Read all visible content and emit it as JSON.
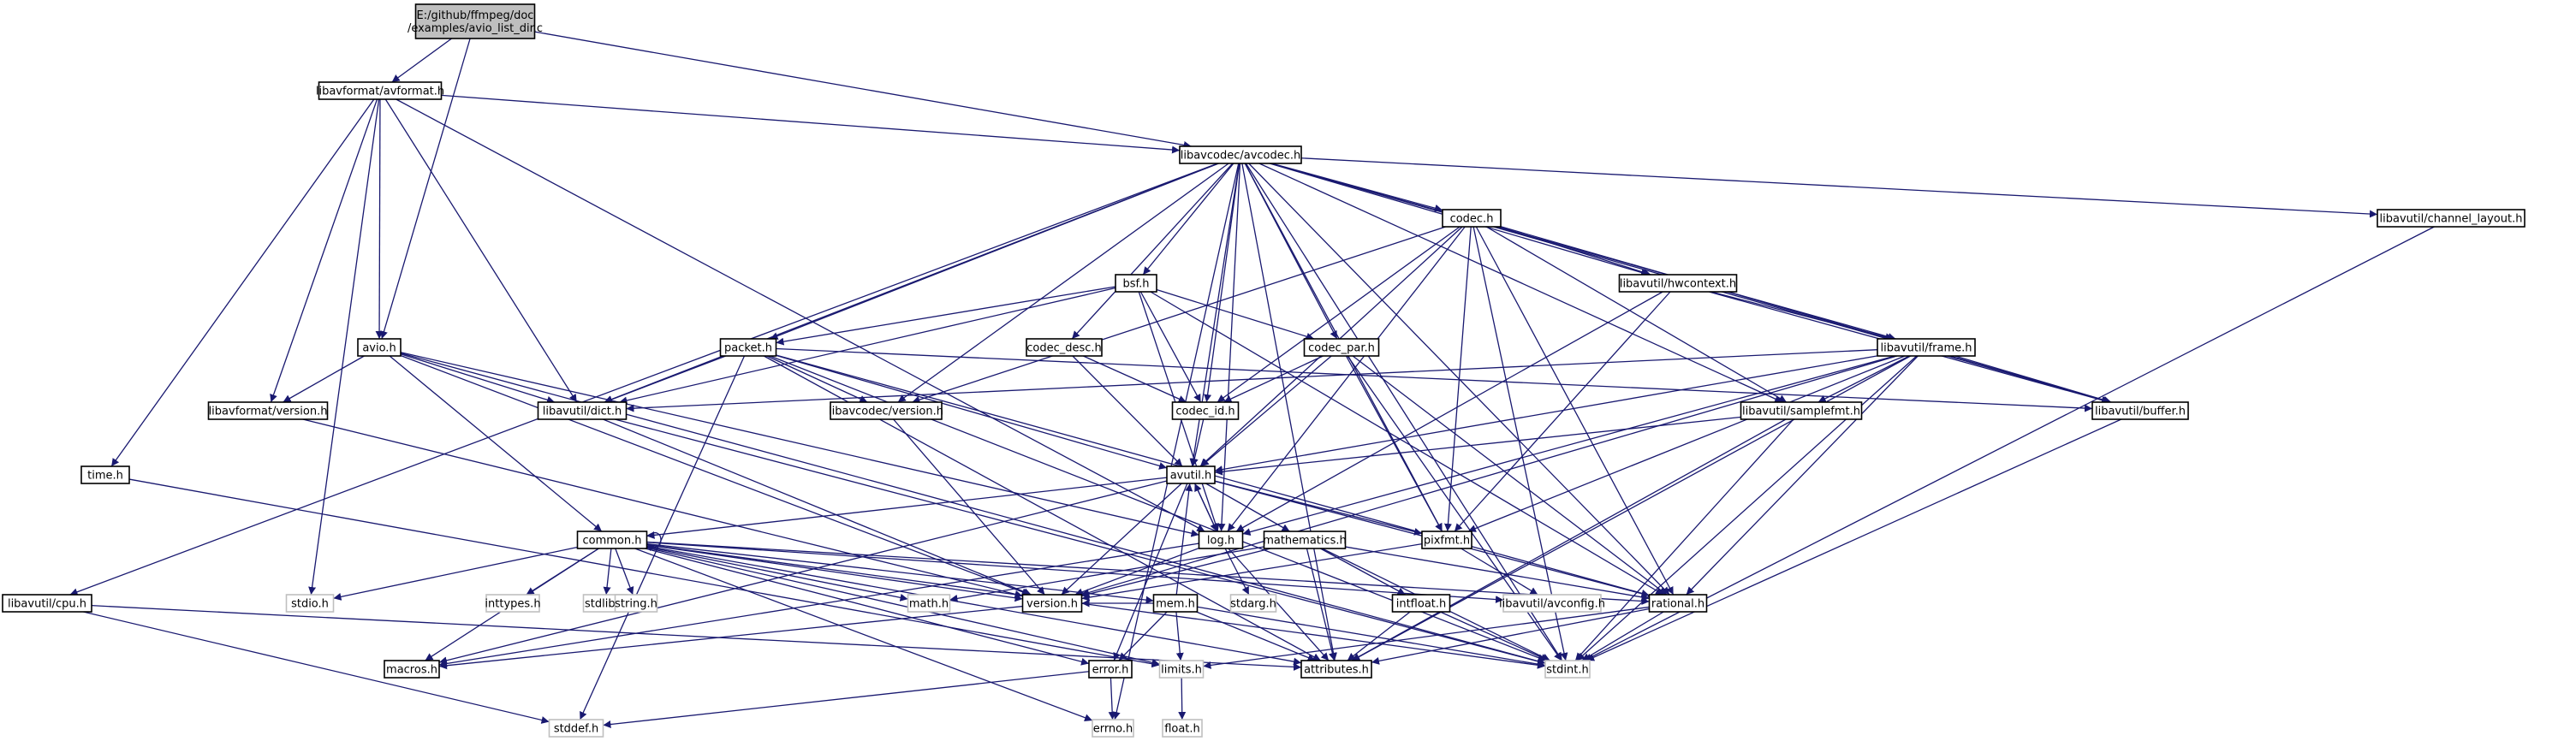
{
  "nodes": [
    {
      "id": "avio_list_dir",
      "label": [
        "E:/github/ffmpeg/doc",
        "/examples/avio_list_dir.c"
      ],
      "kind": "root"
    },
    {
      "id": "avformat",
      "label": [
        "libavformat/avformat.h"
      ],
      "kind": "normal"
    },
    {
      "id": "avcodec",
      "label": [
        "libavcodec/avcodec.h"
      ],
      "kind": "normal"
    },
    {
      "id": "codec",
      "label": [
        "codec.h"
      ],
      "kind": "normal"
    },
    {
      "id": "channel_layout",
      "label": [
        "libavutil/channel_layout.h"
      ],
      "kind": "normal"
    },
    {
      "id": "hwcontext",
      "label": [
        "libavutil/hwcontext.h"
      ],
      "kind": "normal"
    },
    {
      "id": "bsf",
      "label": [
        "bsf.h"
      ],
      "kind": "normal"
    },
    {
      "id": "frame",
      "label": [
        "libavutil/frame.h"
      ],
      "kind": "normal"
    },
    {
      "id": "avio",
      "label": [
        "avio.h"
      ],
      "kind": "normal"
    },
    {
      "id": "packet",
      "label": [
        "packet.h"
      ],
      "kind": "normal"
    },
    {
      "id": "codec_desc",
      "label": [
        "codec_desc.h"
      ],
      "kind": "normal"
    },
    {
      "id": "codec_par",
      "label": [
        "codec_par.h"
      ],
      "kind": "normal"
    },
    {
      "id": "lavf_version",
      "label": [
        "libavformat/version.h"
      ],
      "kind": "normal"
    },
    {
      "id": "dict",
      "label": [
        "libavutil/dict.h"
      ],
      "kind": "normal"
    },
    {
      "id": "lavc_version",
      "label": [
        "libavcodec/version.h"
      ],
      "kind": "normal"
    },
    {
      "id": "codec_id",
      "label": [
        "codec_id.h"
      ],
      "kind": "normal"
    },
    {
      "id": "samplefmt",
      "label": [
        "libavutil/samplefmt.h"
      ],
      "kind": "normal"
    },
    {
      "id": "buffer",
      "label": [
        "libavutil/buffer.h"
      ],
      "kind": "normal"
    },
    {
      "id": "time",
      "label": [
        "time.h"
      ],
      "kind": "normal"
    },
    {
      "id": "avutil",
      "label": [
        "avutil.h"
      ],
      "kind": "normal"
    },
    {
      "id": "common",
      "label": [
        "common.h"
      ],
      "kind": "normal"
    },
    {
      "id": "log",
      "label": [
        "log.h"
      ],
      "kind": "normal"
    },
    {
      "id": "mathematics",
      "label": [
        "mathematics.h"
      ],
      "kind": "normal"
    },
    {
      "id": "pixfmt",
      "label": [
        "pixfmt.h"
      ],
      "kind": "normal"
    },
    {
      "id": "cpu",
      "label": [
        "libavutil/cpu.h"
      ],
      "kind": "normal"
    },
    {
      "id": "stdio",
      "label": [
        "stdio.h"
      ],
      "kind": "system"
    },
    {
      "id": "inttypes",
      "label": [
        "inttypes.h"
      ],
      "kind": "system"
    },
    {
      "id": "stdlib",
      "label": [
        "stdlib.h"
      ],
      "kind": "system"
    },
    {
      "id": "string",
      "label": [
        "string.h"
      ],
      "kind": "system"
    },
    {
      "id": "math",
      "label": [
        "math.h"
      ],
      "kind": "system"
    },
    {
      "id": "version",
      "label": [
        "version.h"
      ],
      "kind": "normal"
    },
    {
      "id": "mem",
      "label": [
        "mem.h"
      ],
      "kind": "normal"
    },
    {
      "id": "stdarg",
      "label": [
        "stdarg.h"
      ],
      "kind": "system"
    },
    {
      "id": "intfloat",
      "label": [
        "intfloat.h"
      ],
      "kind": "normal"
    },
    {
      "id": "avconfig",
      "label": [
        "libavutil/avconfig.h"
      ],
      "kind": "system"
    },
    {
      "id": "rational",
      "label": [
        "rational.h"
      ],
      "kind": "normal"
    },
    {
      "id": "macros",
      "label": [
        "macros.h"
      ],
      "kind": "normal"
    },
    {
      "id": "error",
      "label": [
        "error.h"
      ],
      "kind": "normal"
    },
    {
      "id": "limits",
      "label": [
        "limits.h"
      ],
      "kind": "system"
    },
    {
      "id": "attributes",
      "label": [
        "attributes.h"
      ],
      "kind": "normal"
    },
    {
      "id": "stdint",
      "label": [
        "stdint.h"
      ],
      "kind": "system"
    },
    {
      "id": "stddef",
      "label": [
        "stddef.h"
      ],
      "kind": "system"
    },
    {
      "id": "errno",
      "label": [
        "errno.h"
      ],
      "kind": "system"
    },
    {
      "id": "float",
      "label": [
        "float.h"
      ],
      "kind": "system"
    }
  ],
  "edges": [
    [
      "avio_list_dir",
      "avformat"
    ],
    [
      "avio_list_dir",
      "avcodec"
    ],
    [
      "avio_list_dir",
      "avio"
    ],
    [
      "avformat",
      "avcodec"
    ],
    [
      "avformat",
      "time"
    ],
    [
      "avformat",
      "stdio"
    ],
    [
      "avformat",
      "avio"
    ],
    [
      "avformat",
      "lavf_version"
    ],
    [
      "avformat",
      "dict"
    ],
    [
      "avformat",
      "log"
    ],
    [
      "avcodec",
      "codec"
    ],
    [
      "avcodec",
      "channel_layout"
    ],
    [
      "avcodec",
      "hwcontext"
    ],
    [
      "avcodec",
      "bsf"
    ],
    [
      "avcodec",
      "frame"
    ],
    [
      "avcodec",
      "packet"
    ],
    [
      "avcodec",
      "codec_desc"
    ],
    [
      "avcodec",
      "codec_par"
    ],
    [
      "avcodec",
      "lavc_version"
    ],
    [
      "avcodec",
      "dict"
    ],
    [
      "avcodec",
      "codec_id"
    ],
    [
      "avcodec",
      "samplefmt"
    ],
    [
      "avcodec",
      "buffer"
    ],
    [
      "avcodec",
      "avutil"
    ],
    [
      "avcodec",
      "log"
    ],
    [
      "avcodec",
      "pixfmt"
    ],
    [
      "avcodec",
      "rational"
    ],
    [
      "avcodec",
      "cpu"
    ],
    [
      "avcodec",
      "attributes"
    ],
    [
      "avcodec",
      "stdint"
    ],
    [
      "avcodec",
      "errno"
    ],
    [
      "codec",
      "hwcontext"
    ],
    [
      "codec",
      "buffer"
    ],
    [
      "codec",
      "codec_id"
    ],
    [
      "codec",
      "samplefmt"
    ],
    [
      "codec",
      "avutil"
    ],
    [
      "codec",
      "log"
    ],
    [
      "codec",
      "pixfmt"
    ],
    [
      "codec",
      "rational"
    ],
    [
      "codec",
      "stdint"
    ],
    [
      "codec",
      "lavc_version"
    ],
    [
      "channel_layout",
      "stdint"
    ],
    [
      "hwcontext",
      "buffer"
    ],
    [
      "hwcontext",
      "frame"
    ],
    [
      "hwcontext",
      "log"
    ],
    [
      "hwcontext",
      "pixfmt"
    ],
    [
      "bsf",
      "packet"
    ],
    [
      "bsf",
      "codec_id"
    ],
    [
      "bsf",
      "codec_par"
    ],
    [
      "bsf",
      "dict"
    ],
    [
      "bsf",
      "log"
    ],
    [
      "bsf",
      "rational"
    ],
    [
      "frame",
      "buffer"
    ],
    [
      "frame",
      "dict"
    ],
    [
      "frame",
      "samplefmt"
    ],
    [
      "frame",
      "avutil"
    ],
    [
      "frame",
      "log"
    ],
    [
      "frame",
      "pixfmt"
    ],
    [
      "frame",
      "rational"
    ],
    [
      "frame",
      "stdint"
    ],
    [
      "frame",
      "attributes"
    ],
    [
      "frame",
      "version"
    ],
    [
      "avio",
      "lavf_version"
    ],
    [
      "avio",
      "dict"
    ],
    [
      "avio",
      "common"
    ],
    [
      "avio",
      "log"
    ],
    [
      "avio",
      "stdint"
    ],
    [
      "avio",
      "version"
    ],
    [
      "packet",
      "lavc_version"
    ],
    [
      "packet",
      "dict"
    ],
    [
      "packet",
      "buffer"
    ],
    [
      "packet",
      "avutil"
    ],
    [
      "packet",
      "rational"
    ],
    [
      "packet",
      "attributes"
    ],
    [
      "packet",
      "stdint"
    ],
    [
      "packet",
      "stddef"
    ],
    [
      "codec_desc",
      "codec_id"
    ],
    [
      "codec_desc",
      "avutil"
    ],
    [
      "codec_par",
      "codec_id"
    ],
    [
      "codec_par",
      "avutil"
    ],
    [
      "codec_par",
      "pixfmt"
    ],
    [
      "codec_par",
      "rational"
    ],
    [
      "codec_par",
      "stdint"
    ],
    [
      "lavf_version",
      "version"
    ],
    [
      "dict",
      "stdint"
    ],
    [
      "dict",
      "version"
    ],
    [
      "lavc_version",
      "version"
    ],
    [
      "codec_id",
      "avutil"
    ],
    [
      "samplefmt",
      "avutil"
    ],
    [
      "samplefmt",
      "attributes"
    ],
    [
      "samplefmt",
      "stdint"
    ],
    [
      "buffer",
      "stdint"
    ],
    [
      "time",
      "limits"
    ],
    [
      "avutil",
      "common"
    ],
    [
      "avutil",
      "log"
    ],
    [
      "avutil",
      "mathematics"
    ],
    [
      "avutil",
      "pixfmt"
    ],
    [
      "avutil",
      "rational"
    ],
    [
      "avutil",
      "version"
    ],
    [
      "avutil",
      "error"
    ],
    [
      "avutil",
      "macros"
    ],
    [
      "common",
      "common"
    ],
    [
      "common",
      "stdio"
    ],
    [
      "common",
      "inttypes"
    ],
    [
      "common",
      "stdlib"
    ],
    [
      "common",
      "string"
    ],
    [
      "common",
      "math"
    ],
    [
      "common",
      "version"
    ],
    [
      "common",
      "avconfig"
    ],
    [
      "common",
      "macros"
    ],
    [
      "common",
      "attributes"
    ],
    [
      "common",
      "limits"
    ],
    [
      "common",
      "stdint"
    ],
    [
      "common",
      "errno"
    ],
    [
      "common",
      "mem"
    ],
    [
      "common",
      "error"
    ],
    [
      "common",
      "rational"
    ],
    [
      "log",
      "avutil"
    ],
    [
      "log",
      "version"
    ],
    [
      "log",
      "stdarg"
    ],
    [
      "log",
      "attributes"
    ],
    [
      "log",
      "macros"
    ],
    [
      "mathematics",
      "math"
    ],
    [
      "mathematics",
      "version"
    ],
    [
      "mathematics",
      "intfloat"
    ],
    [
      "mathematics",
      "rational"
    ],
    [
      "mathematics",
      "attributes"
    ],
    [
      "mathematics",
      "stdint"
    ],
    [
      "pixfmt",
      "avconfig"
    ],
    [
      "pixfmt",
      "version"
    ],
    [
      "cpu",
      "attributes"
    ],
    [
      "cpu",
      "stddef"
    ],
    [
      "mem",
      "avutil"
    ],
    [
      "mem",
      "version"
    ],
    [
      "mem",
      "error"
    ],
    [
      "mem",
      "limits"
    ],
    [
      "mem",
      "attributes"
    ],
    [
      "mem",
      "stdint"
    ],
    [
      "intfloat",
      "attributes"
    ],
    [
      "intfloat",
      "stdint"
    ],
    [
      "rational",
      "attributes"
    ],
    [
      "rational",
      "limits"
    ],
    [
      "rational",
      "stdint"
    ],
    [
      "error",
      "errno"
    ],
    [
      "error",
      "stddef"
    ],
    [
      "version",
      "macros"
    ],
    [
      "limits",
      "float"
    ]
  ]
}
